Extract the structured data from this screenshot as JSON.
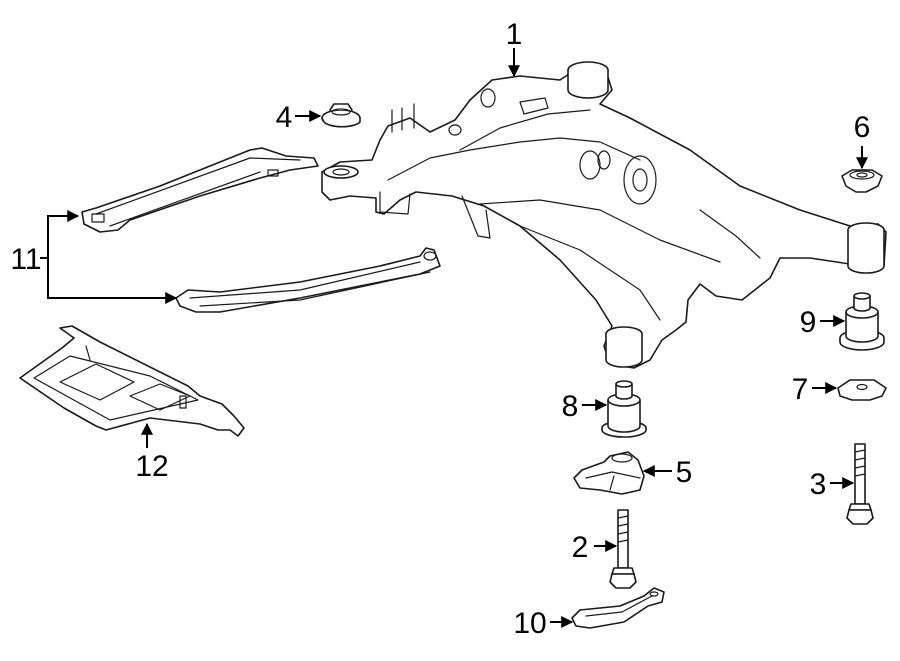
{
  "callouts": {
    "c1": "1",
    "c2": "2",
    "c3": "3",
    "c4": "4",
    "c5": "5",
    "c6": "6",
    "c7": "7",
    "c8": "8",
    "c9": "9",
    "c10": "10",
    "c11": "11",
    "c12": "12"
  },
  "colors": {
    "line": "#1a1a1a",
    "background": "#ffffff"
  }
}
